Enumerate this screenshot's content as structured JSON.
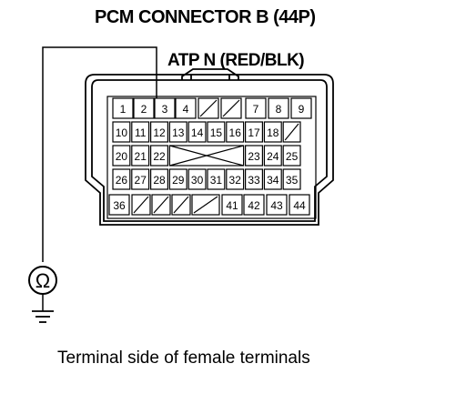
{
  "title": "PCM CONNECTOR B (44P)",
  "wire_label": "ATP N (RED/BLK)",
  "caption": "Terminal side of female terminals",
  "meter_symbol": "Ω",
  "connector": {
    "row1": [
      "1",
      "2",
      "3",
      "4",
      "",
      "",
      "7",
      "8",
      "9"
    ],
    "row2": [
      "10",
      "11",
      "12",
      "13",
      "14",
      "15",
      "16",
      "17",
      "18",
      ""
    ],
    "row3_left": [
      "20",
      "21",
      "22"
    ],
    "row3_right": [
      "23",
      "24",
      "25"
    ],
    "row4": [
      "26",
      "27",
      "28",
      "29",
      "30",
      "31",
      "32",
      "33",
      "34",
      "35"
    ],
    "row5": [
      "36",
      "",
      "",
      "",
      "",
      "41",
      "42",
      "43",
      "44"
    ]
  }
}
